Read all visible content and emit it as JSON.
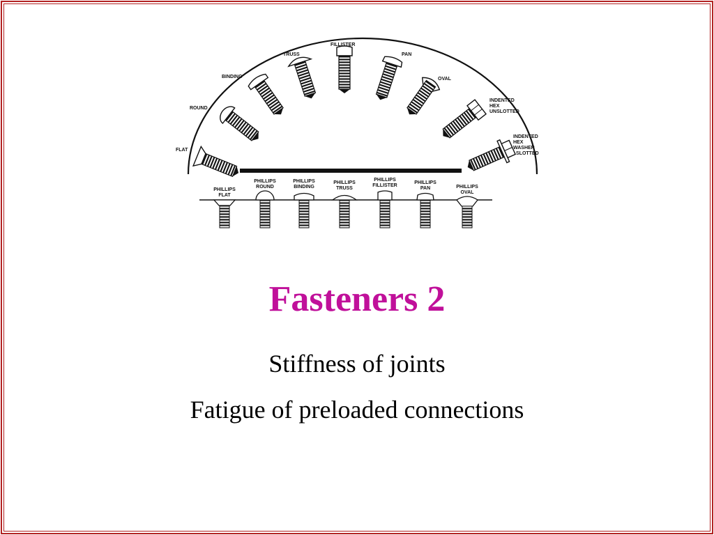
{
  "slide": {
    "title": "Fasteners 2",
    "subtitles": [
      "Stiffness of joints",
      "Fatigue of preloaded connections"
    ],
    "title_color": "#c0109a",
    "frame_color": "#b22222"
  },
  "figure": {
    "arc_labels": {
      "flat": "FLAT",
      "round": "ROUND",
      "binding": "BINDING",
      "truss": "TRUSS",
      "fillister": "FILLISTER",
      "pan": "PAN",
      "oval": "OVAL",
      "indented_hex_unslotted": [
        "INDENTED",
        "HEX",
        "UNSLOTTED"
      ],
      "indented_hex_washer_slotted": [
        "INDENTED",
        "HEX",
        "WASHER",
        "SLOTTED"
      ]
    },
    "phillips_labels": [
      [
        "PHILLIPS",
        "FLAT"
      ],
      [
        "PHILLIPS",
        "ROUND"
      ],
      [
        "PHILLIPS",
        "BINDING"
      ],
      [
        "PHILLIPS",
        "TRUSS"
      ],
      [
        "PHILLIPS",
        "FILLISTER"
      ],
      [
        "PHILLIPS",
        "PAN"
      ],
      [
        "PHILLIPS",
        "OVAL"
      ]
    ]
  }
}
